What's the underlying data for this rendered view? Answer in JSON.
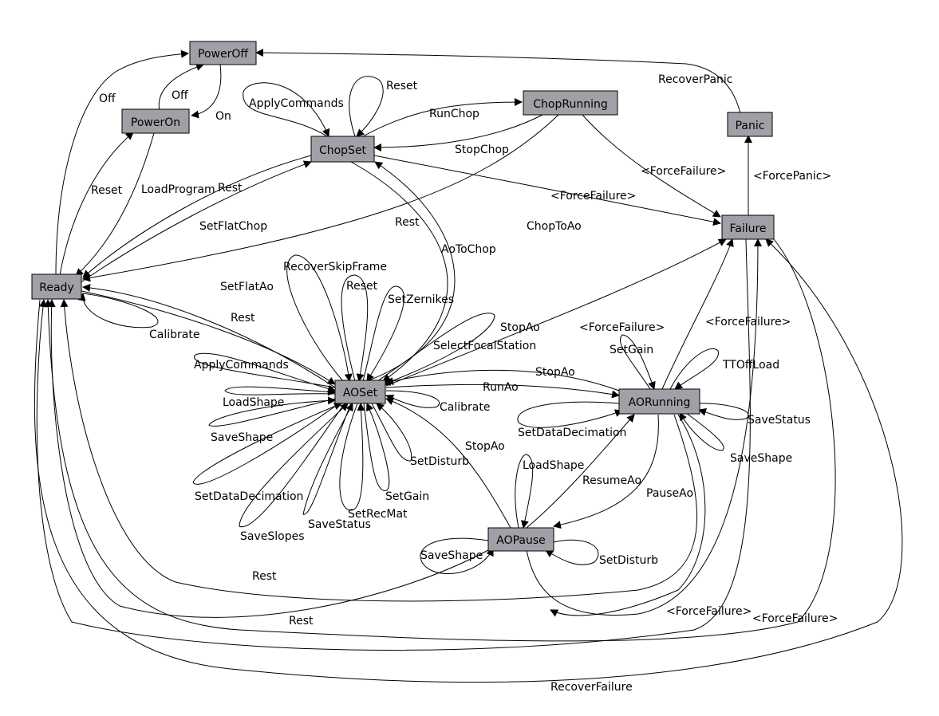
{
  "states": {
    "poweroff": "PowerOff",
    "poweron": "PowerOn",
    "chopset": "ChopSet",
    "choprunning": "ChopRunning",
    "panic": "Panic",
    "failure": "Failure",
    "ready": "Ready",
    "aoset": "AOSet",
    "aorunning": "AORunning",
    "aopause": "AOPause"
  },
  "transitions": {
    "off_ready": "Off",
    "off_poweron": "Off",
    "on": "On",
    "recover_panic": "RecoverPanic",
    "apply_commands_chop": "ApplyCommands",
    "reset_chop": "Reset",
    "run_chop": "RunChop",
    "stop_chop": "StopChop",
    "force_failure_choprun": "<ForceFailure>",
    "force_panic": "<ForcePanic>",
    "reset_ready": "Reset",
    "load_program": "LoadProgram",
    "rest_chopset": "Rest",
    "force_failure_chopset": "<ForceFailure>",
    "set_flat_chop": "SetFlatChop",
    "rest_choprun": "Rest",
    "chop_to_ao": "ChopToAo",
    "ao_to_chop": "AoToChop",
    "recover_skip_frame": "RecoverSkipFrame",
    "reset_aoset": "Reset",
    "set_zernikes": "SetZernikes",
    "set_flat_ao": "SetFlatAo",
    "rest_aoset": "Rest",
    "calibrate_ready": "Calibrate",
    "stop_ao_failure": "StopAo",
    "force_failure_aoset": "<ForceFailure>",
    "force_failure_aorun": "<ForceFailure>",
    "select_focal_station": "SelectFocalStation",
    "apply_commands_ao": "ApplyCommands",
    "set_gain_aorun": "SetGain",
    "tt_off_load": "TTOffLoad",
    "stop_ao_aorun": "StopAo",
    "load_shape_aoset": "LoadShape",
    "run_ao": "RunAo",
    "calibrate_aoset": "Calibrate",
    "save_status_aorun": "SaveStatus",
    "save_shape_aoset": "SaveShape",
    "stop_ao_pause": "StopAo",
    "set_data_decimation_aorun": "SetDataDecimation",
    "save_shape_aorun": "SaveShape",
    "set_disturb_aoset": "SetDisturb",
    "load_shape_pause": "LoadShape",
    "resume_ao": "ResumeAo",
    "set_data_decimation_aoset": "SetDataDecimation",
    "set_gain_aoset": "SetGain",
    "pause_ao": "PauseAo",
    "set_rec_mat": "SetRecMat",
    "save_status_aoset": "SaveStatus",
    "save_slopes": "SaveSlopes",
    "save_shape_pause": "SaveShape",
    "set_disturb_pause": "SetDisturb",
    "rest_aorun": "Rest",
    "rest_pause": "Rest",
    "force_failure_pause_a": "<ForceFailure>",
    "force_failure_pause_b": "<ForceFailure>",
    "recover_failure": "RecoverFailure"
  },
  "colors": {
    "node_fill": "#a2a0a6",
    "line": "#000000",
    "background": "#ffffff"
  }
}
